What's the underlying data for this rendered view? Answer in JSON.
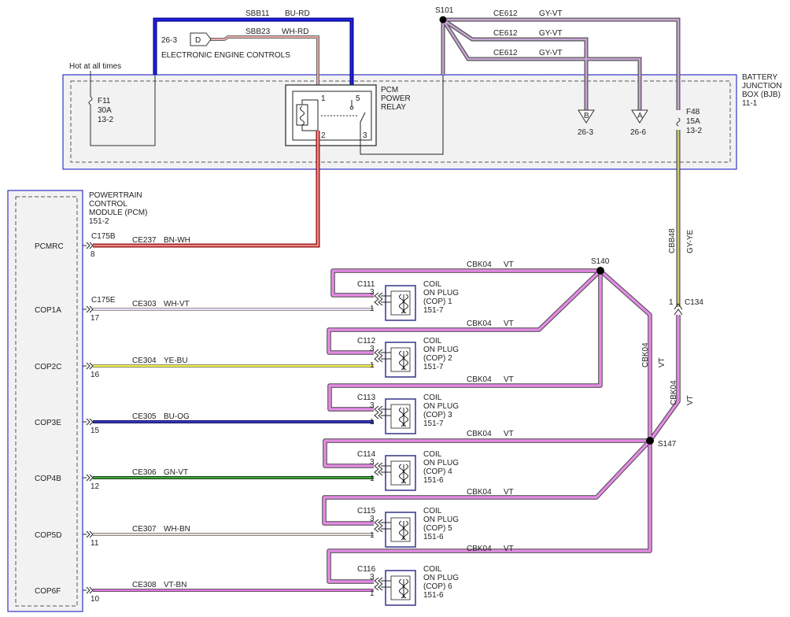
{
  "battery_junction_box": {
    "label": [
      "BATTERY",
      "JUNCTION",
      "BOX (BJB)",
      "11-1"
    ],
    "hot_label": "Hot at all times",
    "fuse_f11": [
      "F11",
      "30A",
      "13-2"
    ],
    "fuse_f48": [
      "F48",
      "15A",
      "13-2"
    ],
    "relay_label": [
      "PCM",
      "POWER",
      "RELAY"
    ],
    "relay_pins": [
      "1",
      "2",
      "5",
      "3"
    ],
    "conn_b": {
      "letter": "B",
      "ref": "26-3"
    },
    "conn_a": {
      "letter": "A",
      "ref": "26-6"
    }
  },
  "top": {
    "sbb11": "SBB11",
    "sbb11_color": "BU-RD",
    "sbb23": "SBB23",
    "sbb23_color": "WH-RD",
    "eec_ref": "26-3",
    "eec_letter": "D",
    "eec_label": "ELECTRONIC ENGINE CONTROLS",
    "s101": "S101",
    "ce612": "CE612",
    "ce612_color": "GY-VT"
  },
  "pcm": {
    "label": [
      "POWERTRAIN",
      "CONTROL",
      "MODULE (PCM)",
      "151-2"
    ],
    "pins": [
      {
        "name": "PCMRC",
        "pin": "8",
        "conn": "C175B",
        "circuit": "CE237",
        "color": "BN-WH"
      },
      {
        "name": "COP1A",
        "pin": "17",
        "conn": "C175E",
        "circuit": "CE303",
        "color": "WH-VT"
      },
      {
        "name": "COP2C",
        "pin": "16",
        "conn": "",
        "circuit": "CE304",
        "color": "YE-BU"
      },
      {
        "name": "COP3E",
        "pin": "15",
        "conn": "",
        "circuit": "CE305",
        "color": "BU-OG"
      },
      {
        "name": "COP4B",
        "pin": "12",
        "conn": "",
        "circuit": "CE306",
        "color": "GN-VT"
      },
      {
        "name": "COP5D",
        "pin": "11",
        "conn": "",
        "circuit": "CE307",
        "color": "WH-BN"
      },
      {
        "name": "COP6F",
        "pin": "10",
        "conn": "",
        "circuit": "CE308",
        "color": "VT-BN"
      }
    ]
  },
  "coils": [
    {
      "conn": "C111",
      "label": [
        "COIL",
        "ON PLUG",
        "(COP) 1",
        "151-7"
      ]
    },
    {
      "conn": "C112",
      "label": [
        "COIL",
        "ON PLUG",
        "(COP) 2",
        "151-7"
      ]
    },
    {
      "conn": "C113",
      "label": [
        "COIL",
        "ON PLUG",
        "(COP) 3",
        "151-7"
      ]
    },
    {
      "conn": "C114",
      "label": [
        "COIL",
        "ON PLUG",
        "(COP) 4",
        "151-6"
      ]
    },
    {
      "conn": "C115",
      "label": [
        "COIL",
        "ON PLUG",
        "(COP) 5",
        "151-6"
      ]
    },
    {
      "conn": "C116",
      "label": [
        "COIL",
        "ON PLUG",
        "(COP) 6",
        "151-6"
      ]
    }
  ],
  "coil_pins": [
    "3",
    "1"
  ],
  "feed": {
    "cbk04": "CBK04",
    "vt": "VT",
    "s140": "S140",
    "s147": "S147",
    "c134": "C134",
    "c134_pin": "1",
    "cbb48": "CBB48",
    "cbb48_color": "GY-YE"
  }
}
